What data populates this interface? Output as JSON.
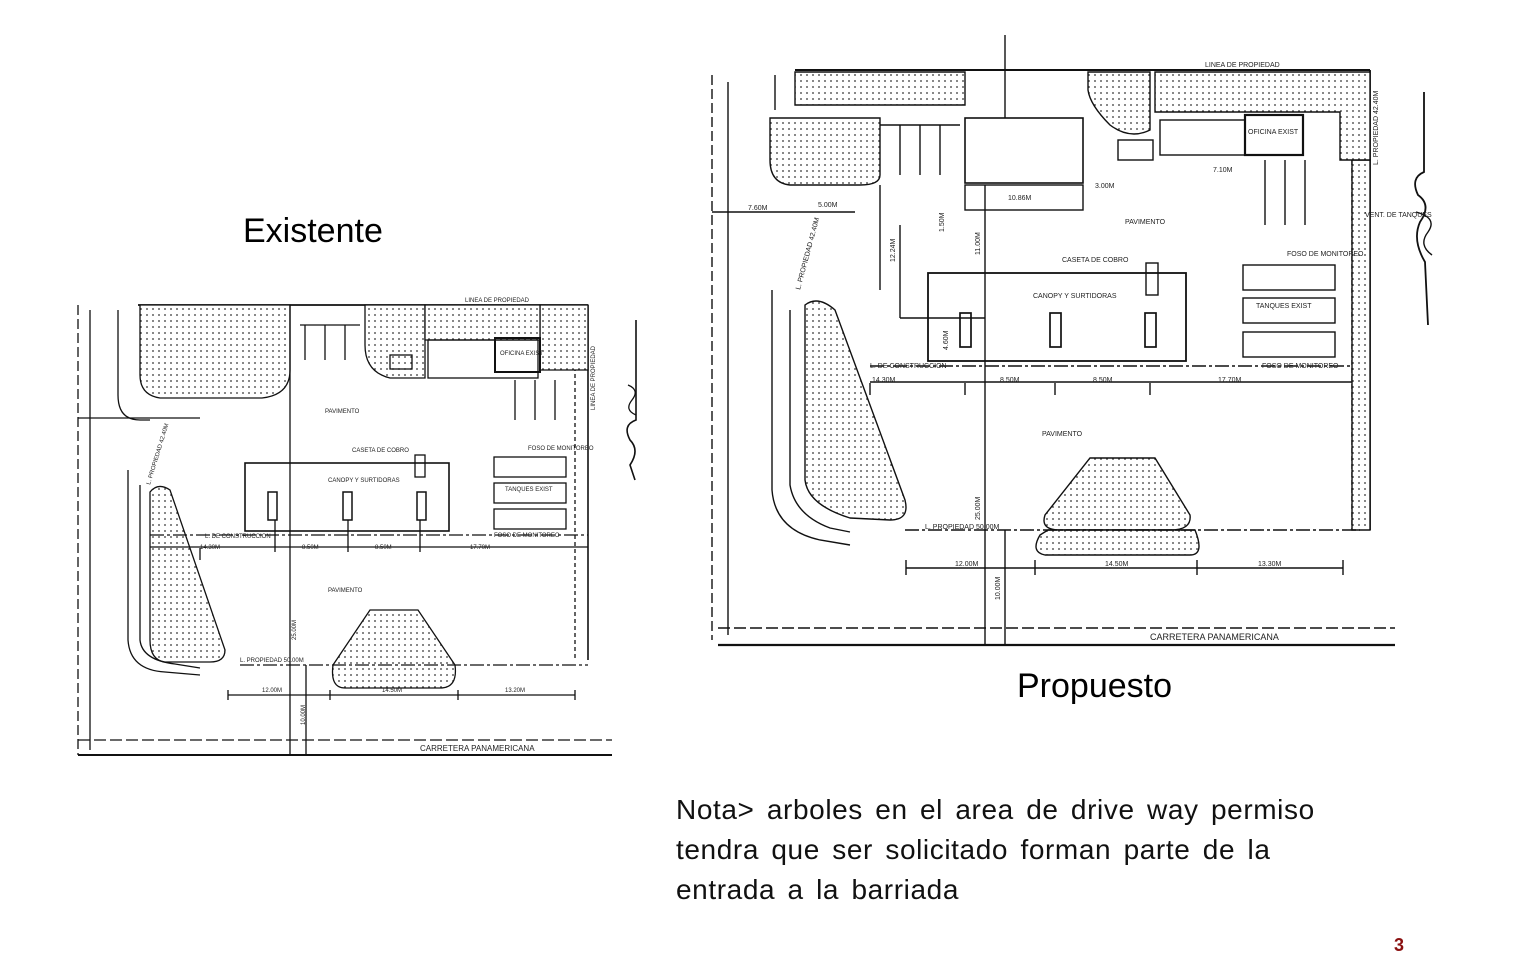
{
  "headings": {
    "existing": "Existente",
    "proposed": "Propuesto"
  },
  "note": "Nota> arboles en el area de drive way permiso tendra que ser solicitado forman parte de la entrada a la barriada",
  "page_number": "3",
  "existing_plan": {
    "pavement_top": "PAVIMENTO",
    "pavement_bottom": "PAVIMENTO",
    "toll_booth": "CASETA DE COBRO",
    "canopy": "CANOPY Y SURTIDORAS",
    "tanks": "TANQUES EXIST",
    "monitor_pit_top": "FOSO DE MONITOREO",
    "monitor_pit_bottom": "FOSO DE MONITOREO",
    "property_line_top": "LINEA DE PROPIEDAD",
    "property_line_right": "LINEA DE PROPIEDAD",
    "property_line_left": "L. PROPIEDAD 42.40M",
    "property_line_bottom": "L. PROPIEDAD 50.00M",
    "construction_line": "L. DE CONSTRUCCION",
    "road": "CARRETERA PANAMERICANA",
    "office": "OFICINA EXIST",
    "dims_row": [
      "14.30M",
      "8.50M",
      "8.50M",
      "17.70M"
    ],
    "dims_bottom": [
      "12.00M",
      "14.50M",
      "13.20M"
    ],
    "dim_vertical": "25.00M",
    "dim_setback": "10.00M"
  },
  "proposed_plan": {
    "pavement_top": "PAVIMENTO",
    "pavement_bottom": "PAVIMENTO",
    "toll_booth": "CASETA DE COBRO",
    "canopy": "CANOPY Y SURTIDORAS",
    "tanks": "TANQUES EXIST",
    "monitor_pit_top": "FOSO DE MONITOREO",
    "monitor_pit_bottom": "FOSO DE MONITOREO",
    "property_line_top": "LINEA DE PROPIEDAD",
    "property_line_right": "L. PROPIEDAD 42.40M",
    "property_line_left": "L. PROPIEDAD 42.40M",
    "property_line_bottom": "L. PROPIEDAD 50.00M",
    "construction_line": "L. DE CONSTRUCCION",
    "road": "CARRETERA PANAMERICANA",
    "office": "OFICINA EXIST",
    "vent": "VENT. DE TANQUES",
    "dims_row": [
      "14.30M",
      "8.50M",
      "8.50M",
      "17.70M"
    ],
    "dims_bottom": [
      "12.00M",
      "14.50M",
      "13.30M"
    ],
    "dim_vertical": "25.00M",
    "dim_setback": "10.00M",
    "dims_misc": [
      "10.86M",
      "11.00M",
      "7.10M",
      "3.00M",
      "12.24M",
      "4.60M",
      "7.60M",
      "5.00M",
      "1.50M"
    ]
  }
}
